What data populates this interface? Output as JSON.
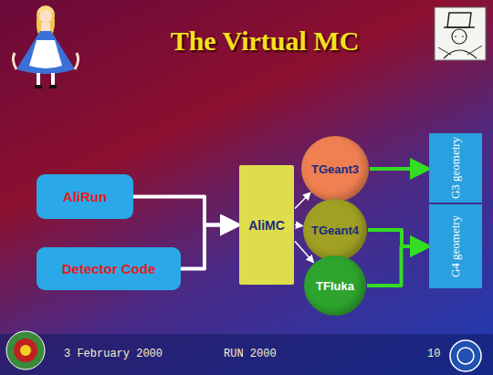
{
  "diagram": {
    "title": "The Virtual MC",
    "nodes": [
      {
        "text": [
          "AliRun"
        ]
      },
      {
        "text": [
          "Detector Code"
        ]
      },
      {
        "text": [
          "AliMC"
        ]
      },
      {
        "text": [
          "TGeant3"
        ]
      },
      {
        "text": [
          "TGeant4"
        ]
      },
      {
        "text": [
          "TFluka"
        ]
      },
      {
        "text": [
          "G3 geometry"
        ]
      },
      {
        "text": [
          "G4 geometry"
        ]
      }
    ],
    "edges": [
      {
        "from": 0,
        "to": 2,
        "arrow": "to"
      },
      {
        "from": 1,
        "to": 2,
        "arrow": "to"
      },
      {
        "from": 2,
        "to": 3,
        "arrow": "to"
      },
      {
        "from": 2,
        "to": 4,
        "arrow": "to"
      },
      {
        "from": 2,
        "to": 5,
        "arrow": "to"
      },
      {
        "from": 3,
        "to": 6,
        "arrow": "to"
      },
      {
        "from": 4,
        "to": 7,
        "arrow": "to"
      },
      {
        "from": 5,
        "to": 7,
        "arrow": "to"
      }
    ],
    "labels": [
      "3 February 2000",
      "RUN 2000",
      "10"
    ]
  }
}
